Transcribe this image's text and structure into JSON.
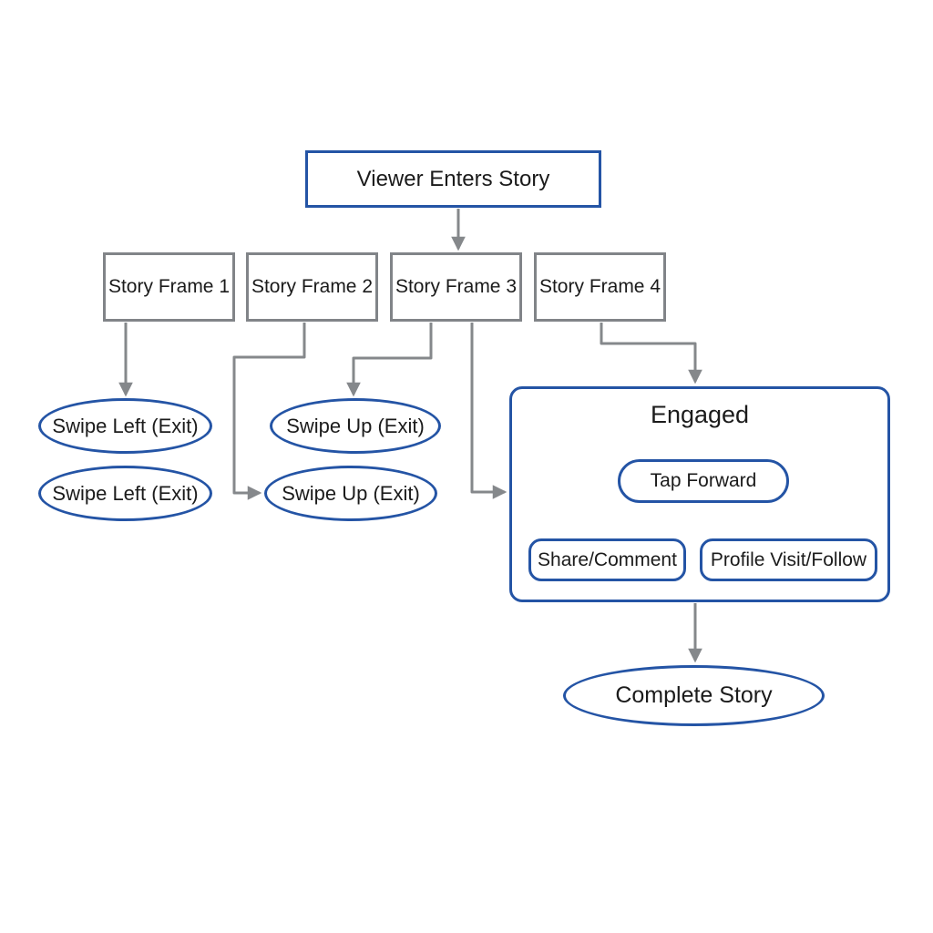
{
  "diagram": {
    "entry": {
      "label": "Viewer Enters Story"
    },
    "frames": [
      {
        "label": "Story Frame 1"
      },
      {
        "label": "Story Frame 2"
      },
      {
        "label": "Story Frame 3"
      },
      {
        "label": "Story Frame 4"
      }
    ],
    "exits": {
      "swipe_left_1": {
        "label": "Swipe Left (Exit)"
      },
      "swipe_left_2": {
        "label": "Swipe Left (Exit)"
      },
      "swipe_up_1": {
        "label": "Swipe Up (Exit)"
      },
      "swipe_up_2": {
        "label": "Swipe Up (Exit)"
      }
    },
    "engaged": {
      "title": "Engaged",
      "tap_forward": "Tap Forward",
      "share_comment": "Share/Comment",
      "profile_visit_follow": "Profile Visit/Follow"
    },
    "complete": {
      "label": "Complete Story"
    },
    "colors": {
      "node_border_blue": "#2454a5",
      "box_border_gray": "#818488",
      "connector_gray": "#85888b",
      "text": "#1b1b1b",
      "background": "#ffffff"
    }
  }
}
